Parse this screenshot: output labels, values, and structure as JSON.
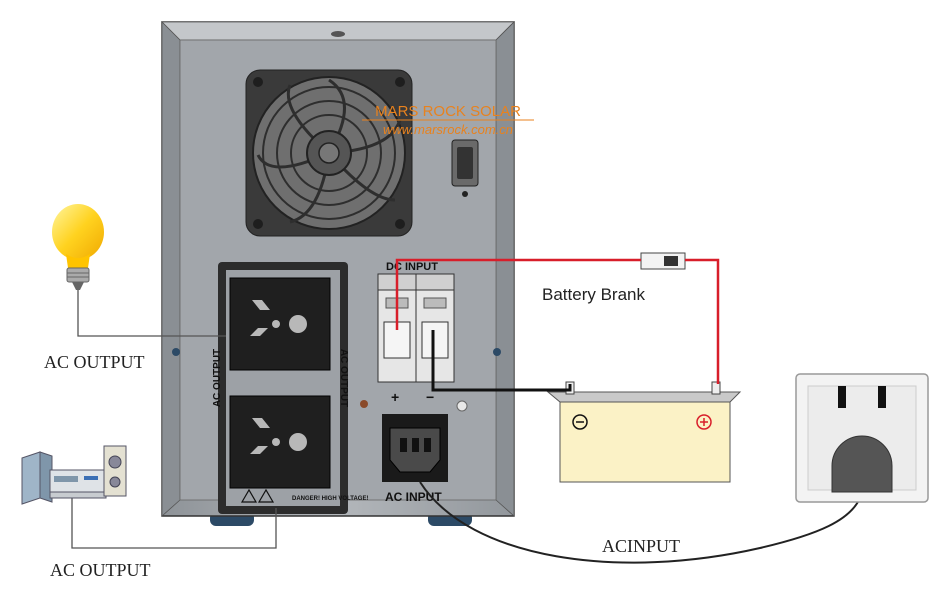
{
  "brand": {
    "name": "MARS ROCK SOLAR",
    "url": "www.marsrock.com.cn",
    "color": "#e8821e"
  },
  "labels": {
    "dc_input": "DC INPUT",
    "battery": "Battery Brank",
    "ac_output_top": "AC OUTPUT",
    "ac_output_bottom": "AC OUTPUT",
    "ac_input_panel": "AC INPUT",
    "ac_input_cable": "ACINPUT",
    "socket_label_left": "AC OUTPUT",
    "socket_label_right": "AC OUTPUT",
    "plus": "+",
    "minus": "−",
    "warning": "DANGER! HIGH VOLTAGE!"
  },
  "colors": {
    "housing": "#a9adb2",
    "fan": "#3c3c3c",
    "battery": "#fbf2c6",
    "dc_wire": "#d81e2a",
    "bulb": "#ffd21f",
    "battery_positive": "#d81e2a"
  },
  "icons": {
    "bulb": "light-bulb-icon",
    "stereo": "stereo-system-icon",
    "wall_socket": "wall-socket-icon",
    "fan": "cooling-fan-icon",
    "warning": "warning-triangle-icon"
  }
}
